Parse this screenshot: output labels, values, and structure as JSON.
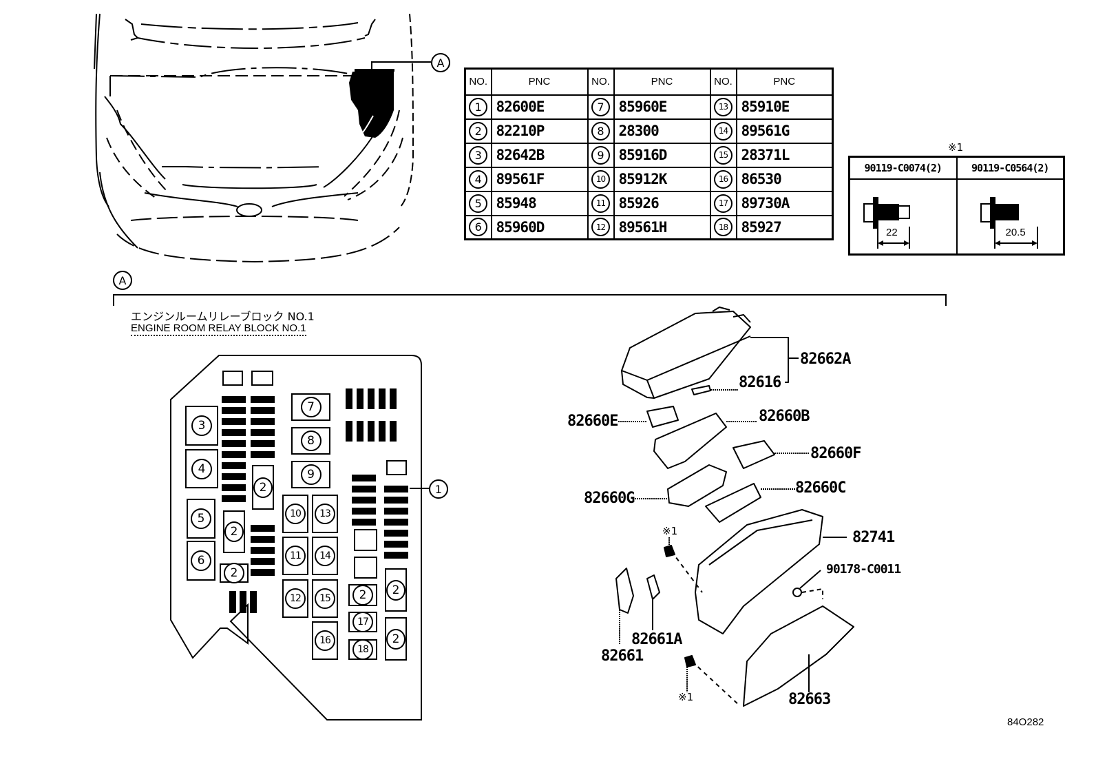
{
  "vehicle_view": {
    "callout_label": "A"
  },
  "parts_table": {
    "headers": {
      "no": "NO.",
      "pnc": "PNC"
    },
    "rows": [
      [
        {
          "no": "1",
          "pnc": "82600E"
        },
        {
          "no": "7",
          "pnc": "85960E"
        },
        {
          "no": "13",
          "pnc": "85910E"
        }
      ],
      [
        {
          "no": "2",
          "pnc": "82210P"
        },
        {
          "no": "8",
          "pnc": "28300"
        },
        {
          "no": "14",
          "pnc": "89561G"
        }
      ],
      [
        {
          "no": "3",
          "pnc": "82642B"
        },
        {
          "no": "9",
          "pnc": "85916D"
        },
        {
          "no": "15",
          "pnc": "28371L"
        }
      ],
      [
        {
          "no": "4",
          "pnc": "89561F"
        },
        {
          "no": "10",
          "pnc": "85912K"
        },
        {
          "no": "16",
          "pnc": "86530"
        }
      ],
      [
        {
          "no": "5",
          "pnc": "85948"
        },
        {
          "no": "11",
          "pnc": "85926"
        },
        {
          "no": "17",
          "pnc": "89730A"
        }
      ],
      [
        {
          "no": "6",
          "pnc": "85960D"
        },
        {
          "no": "12",
          "pnc": "89561H"
        },
        {
          "no": "18",
          "pnc": "85927"
        }
      ]
    ]
  },
  "bolt_table": {
    "note_mark": "※1",
    "bolts": [
      {
        "part": "90119-C0074(2)",
        "length": "22"
      },
      {
        "part": "90119-C0564(2)",
        "length": "20.5"
      }
    ]
  },
  "detail_section": {
    "label": "A",
    "title_jp": "エンジンルームリレーブロック NO.1",
    "title_en": "ENGINE ROOM RELAY BLOCK NO.1"
  },
  "relay_block": {
    "positions": [
      "1",
      "2",
      "3",
      "4",
      "5",
      "6",
      "7",
      "8",
      "9",
      "10",
      "11",
      "12",
      "13",
      "14",
      "15",
      "16",
      "17",
      "18"
    ]
  },
  "exploded_view": {
    "callouts": {
      "cover": "82662A",
      "cover_clip": "82616",
      "conn_e": "82660E",
      "conn_b": "82660B",
      "conn_f": "82660F",
      "conn_g": "82660G",
      "conn_c": "82660C",
      "block_body": "82741",
      "nut": "90178-C0011",
      "bracket": "82663",
      "clip_a": "82661A",
      "clip": "82661",
      "bolt_note_1": "※1",
      "bolt_note_2": "※1"
    }
  },
  "illustration_code": "84O282"
}
